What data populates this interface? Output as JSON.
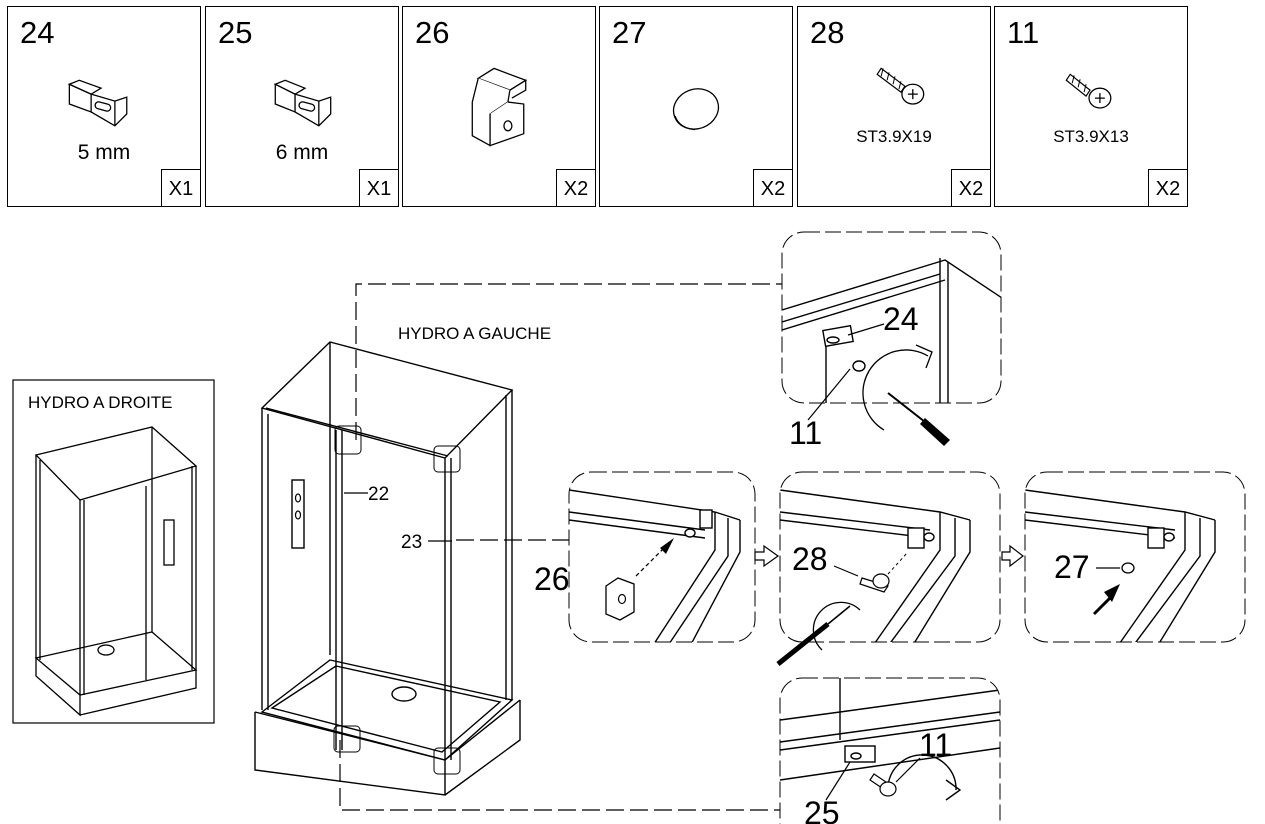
{
  "parts": [
    {
      "number": "24",
      "size": "5 mm",
      "spec": "",
      "qty": "X1",
      "icon": "clip-bracket-icon"
    },
    {
      "number": "25",
      "size": "6 mm",
      "spec": "",
      "qty": "X1",
      "icon": "clip-bracket-icon"
    },
    {
      "number": "26",
      "size": "",
      "spec": "",
      "qty": "X2",
      "icon": "hook-bracket-icon"
    },
    {
      "number": "27",
      "size": "",
      "spec": "",
      "qty": "X2",
      "icon": "cap-icon"
    },
    {
      "number": "28",
      "size": "",
      "spec": "ST3.9X19",
      "qty": "X2",
      "icon": "screw-icon"
    },
    {
      "number": "11",
      "size": "",
      "spec": "ST3.9X13",
      "qty": "X2",
      "icon": "screw-icon"
    }
  ],
  "variants": {
    "right": "HYDRO A DROITE",
    "left": "HYDRO A GAUCHE"
  },
  "callouts": {
    "c22": "22",
    "c23": "23",
    "top_bracket": "24",
    "top_screw": "11",
    "step1_part": "26",
    "step2_part": "28",
    "step3_part": "27",
    "bottom_screw": "11",
    "bottom_bracket": "25"
  }
}
